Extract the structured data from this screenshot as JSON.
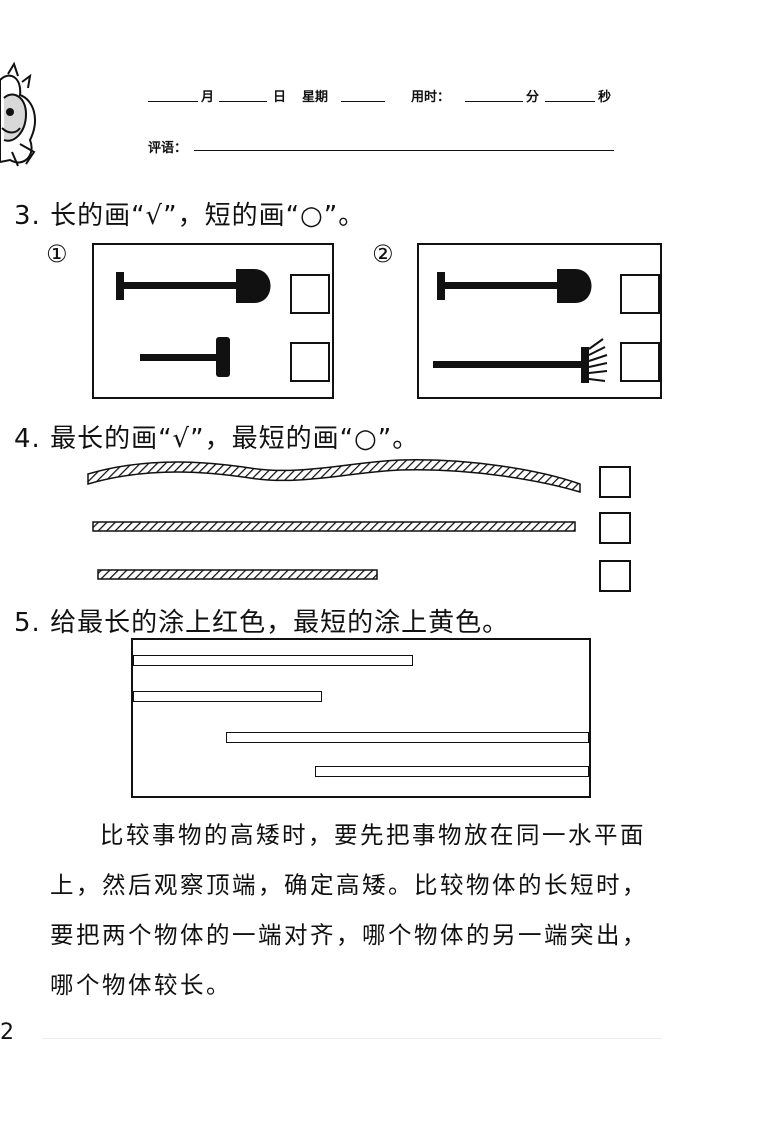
{
  "header": {
    "month": "月",
    "day": "日",
    "weekday": "星期",
    "time_used": "用时：",
    "minutes": "分",
    "seconds": "秒",
    "comment": "评语："
  },
  "q3": {
    "text": "3. 长的画“√”，短的画“○”。",
    "panels": [
      {
        "number": "①",
        "items": [
          "shovel",
          "hammer"
        ]
      },
      {
        "number": "②",
        "items": [
          "shovel",
          "rake"
        ]
      }
    ]
  },
  "q4": {
    "text": "4. 最长的画“√”，最短的画“○”。",
    "items": [
      "wavy-rope",
      "long-straight-rope",
      "short-straight-rope"
    ]
  },
  "q5": {
    "text": "5. 给最长的涂上红色，最短的涂上黄色。",
    "bars": [
      {
        "start": 0,
        "end": 0.615
      },
      {
        "start": 0,
        "end": 0.415
      },
      {
        "start": 0.205,
        "end": 1.0
      },
      {
        "start": 0.4,
        "end": 1.0
      }
    ]
  },
  "note": {
    "paragraph": "比较事物的高矮时，要先把事物放在同一水平面上，然后观察顶端，确定高矮。比较物体的长短时，要把两个物体的一端对齐，哪个物体的另一端突出，哪个物体较长。"
  },
  "page_number": "2"
}
